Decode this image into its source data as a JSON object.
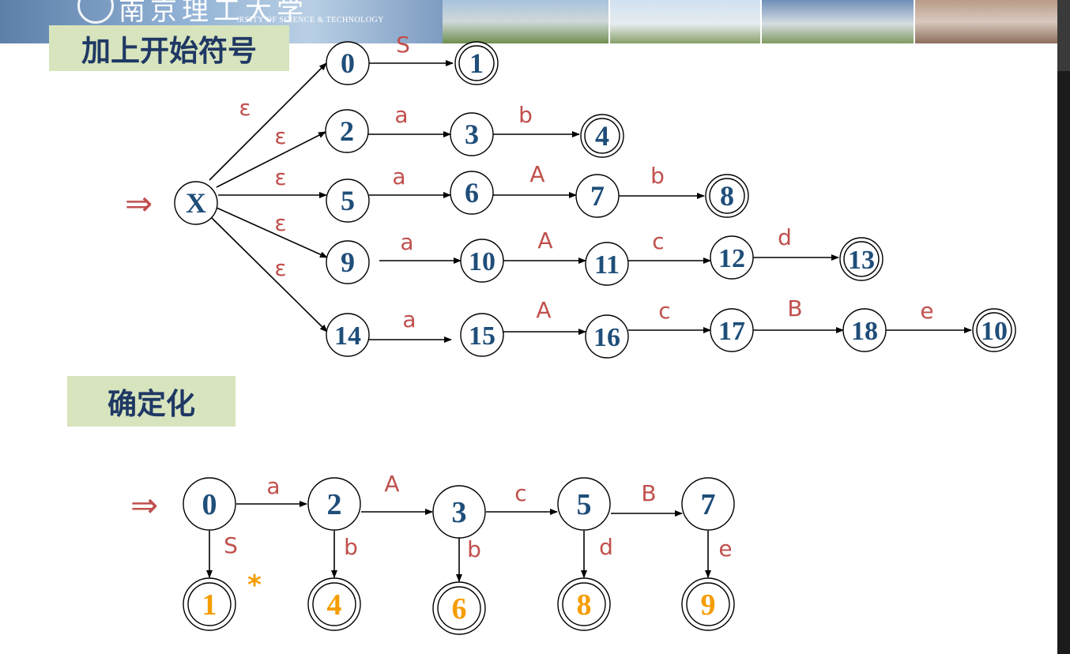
{
  "header": {
    "university_name": "南京理工大学",
    "university_english": "NANJING UNIVERSITY OF SCIENCE & TECHNOLOGY"
  },
  "sections": {
    "nfa_title": "加上开始符号",
    "dfa_title": "确定化"
  },
  "colors": {
    "state_text": "#1f4e79",
    "edge_label": "#c0504d",
    "final_dfa_state": "#f59d00",
    "section_bg": "#d7e4bd",
    "section_text": "#1f3864"
  },
  "nfa": {
    "start_arrow": "⇒",
    "states": [
      {
        "id": "X",
        "label": "X",
        "final": false
      },
      {
        "id": "s0",
        "label": "0",
        "final": false
      },
      {
        "id": "s1",
        "label": "1",
        "final": true
      },
      {
        "id": "s2",
        "label": "2",
        "final": false
      },
      {
        "id": "s3",
        "label": "3",
        "final": false
      },
      {
        "id": "s4",
        "label": "4",
        "final": true
      },
      {
        "id": "s5",
        "label": "5",
        "final": false
      },
      {
        "id": "s6",
        "label": "6",
        "final": false
      },
      {
        "id": "s7",
        "label": "7",
        "final": false
      },
      {
        "id": "s8",
        "label": "8",
        "final": true
      },
      {
        "id": "s9",
        "label": "9",
        "final": false
      },
      {
        "id": "s10",
        "label": "10",
        "final": false
      },
      {
        "id": "s11",
        "label": "11",
        "final": false
      },
      {
        "id": "s12",
        "label": "12",
        "final": false
      },
      {
        "id": "s13",
        "label": "13",
        "final": true
      },
      {
        "id": "s14",
        "label": "14",
        "final": false
      },
      {
        "id": "s15",
        "label": "15",
        "final": false
      },
      {
        "id": "s16",
        "label": "16",
        "final": false
      },
      {
        "id": "s17",
        "label": "17",
        "final": false
      },
      {
        "id": "s18",
        "label": "18",
        "final": false
      },
      {
        "id": "s19",
        "label": "10",
        "final": true
      }
    ],
    "transitions": [
      {
        "from": "X",
        "to": "s0",
        "label": "ε"
      },
      {
        "from": "X",
        "to": "s2",
        "label": "ε"
      },
      {
        "from": "X",
        "to": "s5",
        "label": "ε"
      },
      {
        "from": "X",
        "to": "s9",
        "label": "ε"
      },
      {
        "from": "X",
        "to": "s14",
        "label": "ε"
      },
      {
        "from": "s0",
        "to": "s1",
        "label": "S"
      },
      {
        "from": "s2",
        "to": "s3",
        "label": "a"
      },
      {
        "from": "s3",
        "to": "s4",
        "label": "b"
      },
      {
        "from": "s5",
        "to": "s6",
        "label": "a"
      },
      {
        "from": "s6",
        "to": "s7",
        "label": "A"
      },
      {
        "from": "s7",
        "to": "s8",
        "label": "b"
      },
      {
        "from": "s9",
        "to": "s10",
        "label": "a"
      },
      {
        "from": "s10",
        "to": "s11",
        "label": "A"
      },
      {
        "from": "s11",
        "to": "s12",
        "label": "c"
      },
      {
        "from": "s12",
        "to": "s13",
        "label": "d"
      },
      {
        "from": "s14",
        "to": "s15",
        "label": "a"
      },
      {
        "from": "s15",
        "to": "s16",
        "label": "A"
      },
      {
        "from": "s16",
        "to": "s17",
        "label": "c"
      },
      {
        "from": "s17",
        "to": "s18",
        "label": "B"
      },
      {
        "from": "s18",
        "to": "s19",
        "label": "e"
      }
    ]
  },
  "dfa": {
    "start_arrow": "⇒",
    "marker": "*",
    "states": [
      {
        "id": "d0",
        "label": "0",
        "final": false
      },
      {
        "id": "d2",
        "label": "2",
        "final": false
      },
      {
        "id": "d3",
        "label": "3",
        "final": false
      },
      {
        "id": "d5",
        "label": "5",
        "final": false
      },
      {
        "id": "d7",
        "label": "7",
        "final": false
      },
      {
        "id": "d1",
        "label": "1",
        "final": true
      },
      {
        "id": "d4",
        "label": "4",
        "final": true
      },
      {
        "id": "d6",
        "label": "6",
        "final": true
      },
      {
        "id": "d8",
        "label": "8",
        "final": true
      },
      {
        "id": "d9",
        "label": "9",
        "final": true
      }
    ],
    "transitions": [
      {
        "from": "d0",
        "to": "d2",
        "label": "a"
      },
      {
        "from": "d2",
        "to": "d3",
        "label": "A"
      },
      {
        "from": "d3",
        "to": "d5",
        "label": "c"
      },
      {
        "from": "d5",
        "to": "d7",
        "label": "B"
      },
      {
        "from": "d0",
        "to": "d1",
        "label": "S"
      },
      {
        "from": "d2",
        "to": "d4",
        "label": "b"
      },
      {
        "from": "d3",
        "to": "d6",
        "label": "b"
      },
      {
        "from": "d5",
        "to": "d8",
        "label": "d"
      },
      {
        "from": "d7",
        "to": "d9",
        "label": "e"
      }
    ]
  }
}
